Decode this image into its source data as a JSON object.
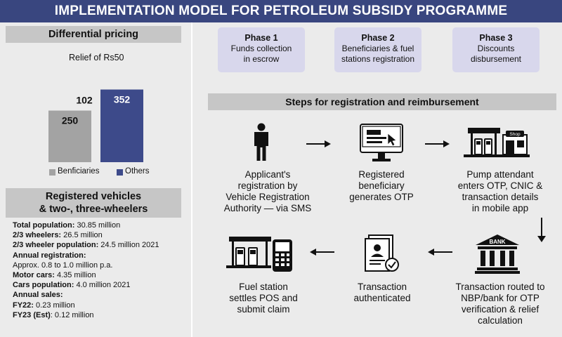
{
  "title": "IMPLEMENTATION MODEL FOR PETROLEUM SUBSIDY PROGRAMME",
  "pricing": {
    "heading": "Differential pricing",
    "relief_label": "Relief of Rs50",
    "relief_value": "102"
  },
  "chart_data": {
    "type": "bar",
    "title": "Differential pricing",
    "categories": [
      "Benficiaries",
      "Others"
    ],
    "values": [
      250,
      352
    ],
    "annotation": {
      "label": "Relief of Rs50",
      "value": 102
    },
    "colors": {
      "Benficiaries": "#a3a3a3",
      "Others": "#3d4a8a"
    },
    "legend": "bottom"
  },
  "vehicles": {
    "heading_line1": "Registered vehicles",
    "heading_line2": "& two-, three-wheelers",
    "lines": [
      {
        "label": "Total population:",
        "value": " 30.85 million"
      },
      {
        "label": "2/3 wheelers:",
        "value": " 26.5 million"
      },
      {
        "label": "2/3 wheeler population:",
        "value": " 24.5 million 2021"
      },
      {
        "label": "Annual registration:",
        "value": ""
      },
      {
        "label": "",
        "value": "Approx. 0.8 to 1.0 million p.a."
      },
      {
        "label": "Motor cars:",
        "value": " 4.35 million"
      },
      {
        "label": "Cars population:",
        "value": " 4.0 million 2021"
      },
      {
        "label": "Annual sales:",
        "value": ""
      },
      {
        "label": "FY22:",
        "value": " 0.23 million"
      },
      {
        "label": "FY23 (Est)",
        "value": ": 0.12 million"
      }
    ]
  },
  "phases": [
    {
      "name": "Phase 1",
      "desc1": "Funds collection",
      "desc2": "in escrow"
    },
    {
      "name": "Phase 2",
      "desc1": "Beneficiaries & fuel",
      "desc2": "stations registration"
    },
    {
      "name": "Phase 3",
      "desc1": "Discounts",
      "desc2": "disbursement"
    }
  ],
  "steps_heading": "Steps for registration and reimbursement",
  "steps": [
    {
      "icon": "person-icon",
      "lines": [
        "Applicant's",
        "registration by",
        "Vehicle Registration",
        "Authority — via SMS"
      ]
    },
    {
      "icon": "computer-icon",
      "lines": [
        "Registered",
        "beneficiary",
        "generates OTP"
      ]
    },
    {
      "icon": "fuel-station-icon",
      "lines": [
        "Pump attendant",
        "enters OTP, CNIC &",
        "transaction details",
        "in mobile app"
      ]
    },
    {
      "icon": "bank-icon",
      "lines": [
        "Transaction routed to",
        "NBP/bank for OTP",
        "verification & relief",
        "calculation"
      ]
    },
    {
      "icon": "document-check-icon",
      "lines": [
        "Transaction",
        "authenticated"
      ]
    },
    {
      "icon": "pos-station-icon",
      "lines": [
        "Fuel station",
        "settles POS and",
        "submit claim"
      ]
    }
  ],
  "bank_sign": "BANK",
  "shop_sign": "Shop"
}
